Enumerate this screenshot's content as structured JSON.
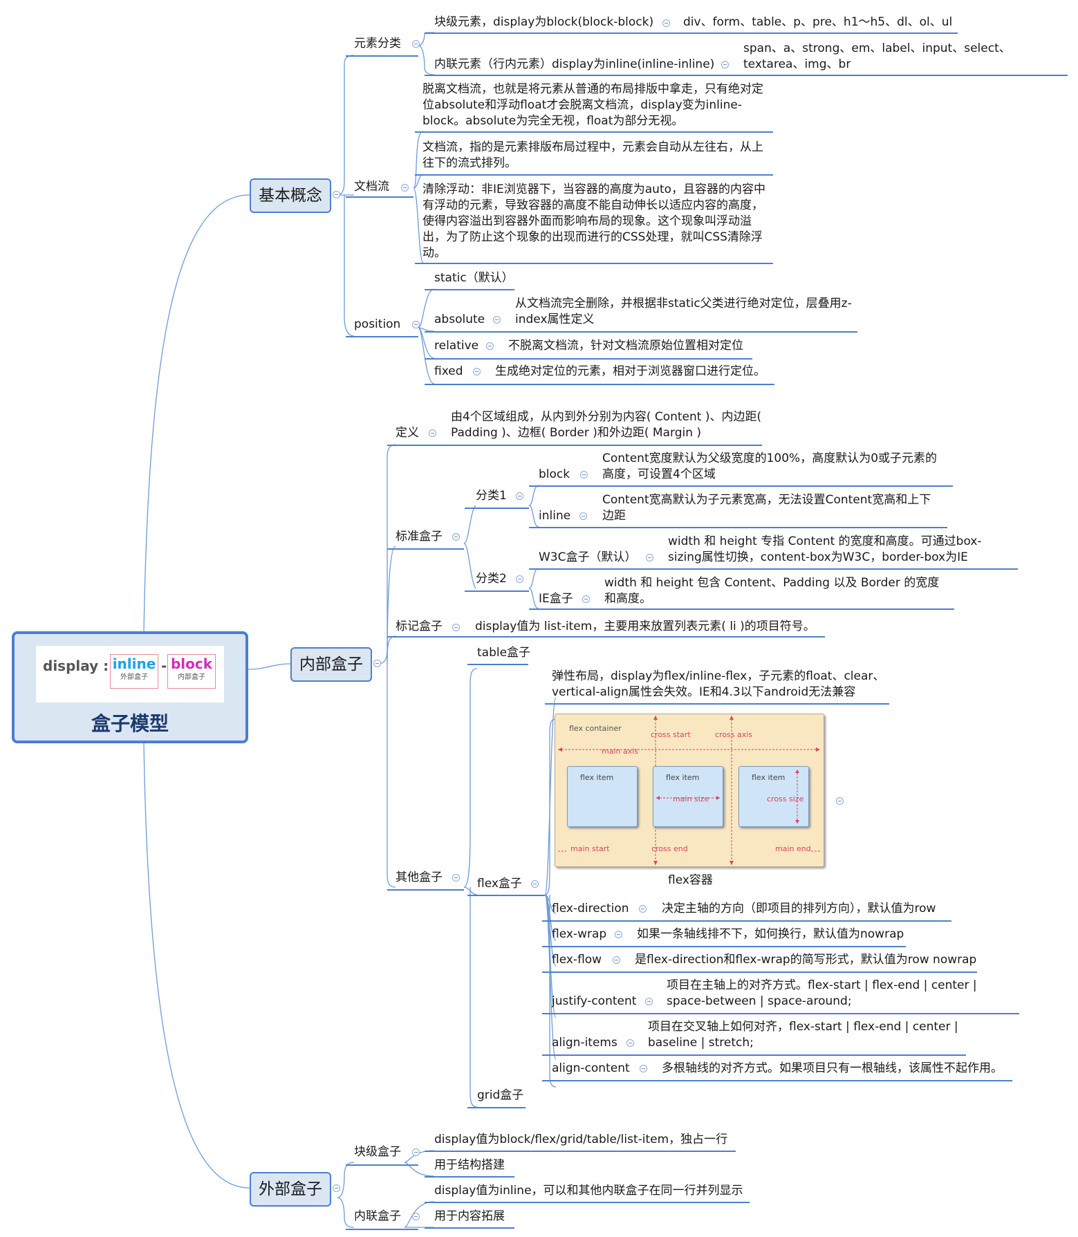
{
  "root": {
    "title": "盒子模型",
    "banner": {
      "display": "display :",
      "inline": "inline",
      "inline_sub": "外部盒子",
      "dash": "-",
      "block": "block",
      "block_sub": "内部盒子"
    }
  },
  "basic": {
    "title": "基本概念",
    "element_types": {
      "label": "元素分类",
      "block_label": "块级元素，display为block(block-block)",
      "block_desc": "div、form、table、p、pre、h1～h5、dl、ol、ul",
      "inline_label": "内联元素（行内元素）display为inline(inline-inline)",
      "inline_desc": "span、a、strong、em、label、input、select、textarea、img、br"
    },
    "docflow": {
      "label": "文档流",
      "items": [
        "脱离文档流，也就是将元素从普通的布局排版中拿走，只有绝对定位absolute和浮动float才会脱离文档流，display变为inline-block。absolute为完全无视，float为部分无视。",
        "文档流，指的是元素排版布局过程中，元素会自动从左往右，从上往下的流式排列。",
        "清除浮动：非IE浏览器下，当容器的高度为auto，且容器的内容中有浮动的元素，导致容器的高度不能自动伸长以适应内容的高度，使得内容溢出到容器外面而影响布局的现象。这个现象叫浮动溢出，为了防止这个现象的出现而进行的CSS处理，就叫CSS清除浮动。"
      ]
    },
    "position": {
      "label": "position",
      "static": "static（默认）",
      "absolute": "absolute",
      "absolute_desc": "从文档流完全删除，并根据非static父类进行绝对定位，层叠用z-index属性定义",
      "relative": "relative",
      "relative_desc": "不脱离文档流，针对文档流原始位置相对定位",
      "fixed": "fixed",
      "fixed_desc": "生成绝对定位的元素，相对于浏览器窗口进行定位。"
    }
  },
  "inner": {
    "title": "内部盒子",
    "definition": {
      "label": "定义",
      "desc": "由4个区域组成，从内到外分别为内容( Content )、内边距( Padding )、边框( Border )和外边距( Margin )"
    },
    "standard": {
      "label": "标准盒子",
      "class1": {
        "label": "分类1",
        "block": "block",
        "block_desc": "Content宽度默认为父级宽度的100%，高度默认为0或子元素的高度，可设置4个区域",
        "inline": "inline",
        "inline_desc": "Content宽高默认为子元素宽高，无法设置Content宽高和上下边距"
      },
      "class2": {
        "label": "分类2",
        "w3c": "W3C盒子（默认）",
        "w3c_desc": "width 和 height 专指 Content 的宽度和高度。可通过box-sizing属性切换，content-box为W3C，border-box为IE",
        "ie": "IE盒子",
        "ie_desc": "width 和 height 包含 Content、Padding 以及 Border 的宽度和高度。"
      }
    },
    "marker": {
      "label": "标记盒子",
      "desc": "display值为 list-item，主要用来放置列表元素( li )的项目符号。"
    },
    "other": {
      "label": "其他盒子",
      "table": "table盒子",
      "grid": "grid盒子",
      "flex": {
        "label": "flex盒子",
        "intro": "弹性布局，display为flex/inline-flex，子元素的float、clear、vertical-align属性会失效。IE和4.3以下android无法兼容",
        "caption": "flex容器",
        "diagram": {
          "container": "flex container",
          "item": "flex item",
          "main_axis": "main axis",
          "cross_axis": "cross axis",
          "cross_start": "cross start",
          "cross_end": "cross end",
          "main_start": "main start",
          "main_end": "main end",
          "main_size": "main size",
          "cross_size": "cross size"
        },
        "props": [
          {
            "name": "flex-direction",
            "desc": "决定主轴的方向（即项目的排列方向），默认值为row"
          },
          {
            "name": "flex-wrap",
            "desc": "如果一条轴线排不下，如何换行，默认值为nowrap"
          },
          {
            "name": "flex-flow",
            "desc": "是flex-direction和flex-wrap的简写形式，默认值为row nowrap"
          },
          {
            "name": "justify-content",
            "desc": "项目在主轴上的对齐方式。flex-start | flex-end | center | space-between | space-around;"
          },
          {
            "name": "align-items",
            "desc": "项目在交叉轴上如何对齐，flex-start | flex-end | center | baseline | stretch;"
          },
          {
            "name": "align-content",
            "desc": "多根轴线的对齐方式。如果项目只有一根轴线，该属性不起作用。"
          }
        ]
      }
    }
  },
  "outer": {
    "title": "外部盒子",
    "block": {
      "label": "块级盒子",
      "desc1": "display值为block/flex/grid/table/list-item，独占一行",
      "desc2": "用于结构搭建"
    },
    "inline": {
      "label": "内联盒子",
      "desc1": "display值为inline，可以和其他内联盒子在同一行并列显示",
      "desc2": "用于内容拓展"
    }
  },
  "colors": {
    "line": "#4a7fd0",
    "branch": "#6c9bd8",
    "node_fill": "#dbe6f3",
    "flex_bg": "#f9e7c2",
    "flex_item": "#cfe4f7",
    "diagram_red": "#d94560",
    "inline_blue": "#1aa3e8",
    "block_magenta": "#d12fb8"
  }
}
